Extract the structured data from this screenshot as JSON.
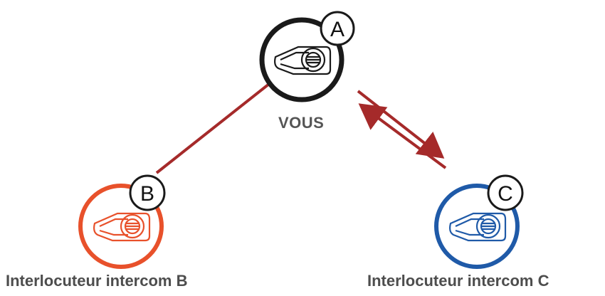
{
  "nodes": {
    "a": {
      "badge": "A",
      "label": "VOUS",
      "ring_color": "#1a1a1a"
    },
    "b": {
      "badge": "B",
      "label": "Interlocuteur intercom B",
      "ring_color": "#e8512b"
    },
    "c": {
      "badge": "C",
      "label": "Interlocuteur intercom C",
      "ring_color": "#1f5aa8"
    }
  },
  "connections": [
    {
      "from": "a",
      "to": "b",
      "style": "line",
      "color": "#a52a2a"
    },
    {
      "from": "a",
      "to": "c",
      "style": "bidirectional-arrows",
      "color": "#a52a2a"
    }
  ]
}
